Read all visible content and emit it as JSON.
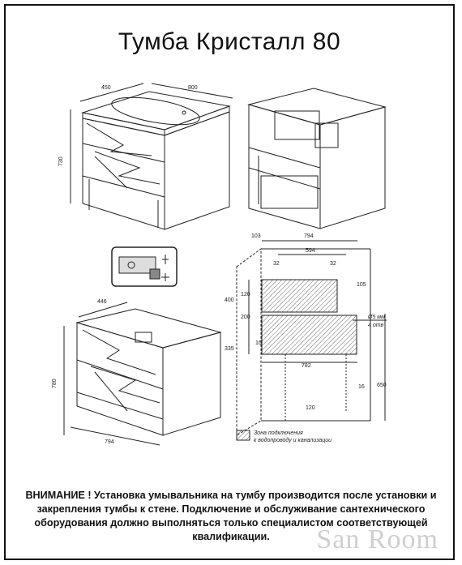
{
  "title": "Тумба Кристалл 80",
  "dimensions": {
    "top_view": {
      "depth": "450",
      "width": "800",
      "height": "730"
    },
    "bottom_view": {
      "depth": "446",
      "height": "780",
      "width": "794"
    },
    "plan": {
      "d103": "103",
      "d794": "794",
      "d594": "594",
      "d32a": "32",
      "d32b": "32",
      "d105": "105",
      "d400": "400",
      "d120a": "120",
      "d200": "200",
      "d16a": "16",
      "d335": "335",
      "d782": "782",
      "d16b": "16",
      "d120b": "120",
      "d650": "650",
      "hole_size": "Ø5 мм",
      "hole_count": "4 отв"
    }
  },
  "legend_text": [
    "Зона подключения",
    "к водопроводу и канализации"
  ],
  "notice": "ВНИМАНИЕ ! Установка умывальника на тумбу производится после установки и закрепления тумбы к стене. Подключение и обслуживание сантехнического оборудования должно выполняться только специалистом соответствующей квалификации.",
  "watermark": "San Room"
}
